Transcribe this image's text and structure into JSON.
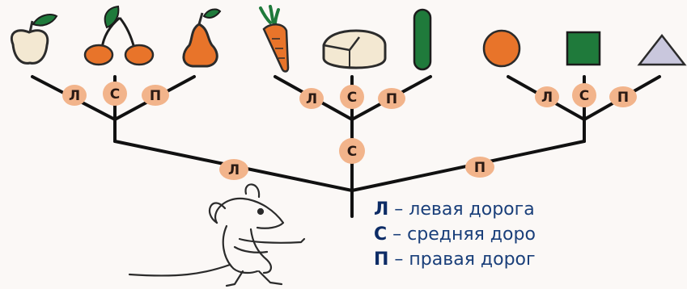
{
  "roads": {
    "left": "Л",
    "middle": "С",
    "right": "П"
  },
  "legend": [
    {
      "letter": "Л",
      "text": "– левая дорога"
    },
    {
      "letter": "С",
      "text": "– средняя доро"
    },
    {
      "letter": "П",
      "text": "– правая дорог"
    }
  ],
  "colors": {
    "badge": "#f2b48b",
    "orange": "#e8742a",
    "green": "#1f7a3b",
    "line": "#111111",
    "triangle": "#c9c7dd",
    "text": "#1a3f7a"
  },
  "icons": [
    "apple-icon",
    "cherries-icon",
    "pear-icon",
    "carrot-icon",
    "cheese-icon",
    "cucumber-icon",
    "circle-shape",
    "square-shape",
    "triangle-shape",
    "mouse-icon"
  ]
}
